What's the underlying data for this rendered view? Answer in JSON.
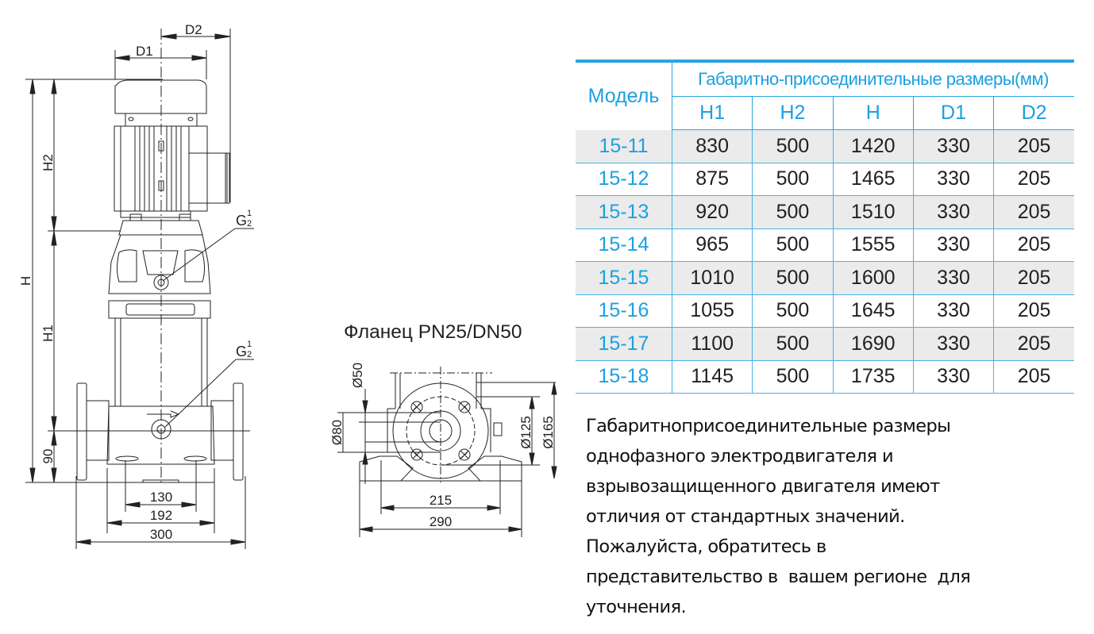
{
  "pump_drawing": {
    "dimension_labels": {
      "d2": "D2",
      "d1": "D1",
      "h2": "H2",
      "h": "H",
      "h1": "H1",
      "h_base": "90",
      "w_130": "130",
      "w_192": "192",
      "w_300": "300"
    },
    "port_labels": [
      {
        "main": "G",
        "num": "1",
        "den": "2"
      },
      {
        "main": "G",
        "num": "1",
        "den": "2"
      }
    ]
  },
  "flange_drawing": {
    "title": "Фланец PN25/DN50",
    "dimension_labels": {
      "d50": "Ø50",
      "d80": "Ø80",
      "d125": "Ø125",
      "d165": "Ø165",
      "w_215": "215",
      "w_290": "290"
    }
  },
  "table": {
    "model_header": "Модель",
    "group_header": "Габаритно-присоединительные размеры(мм)",
    "columns": [
      "H1",
      "H2",
      "H",
      "D1",
      "D2"
    ],
    "rows": [
      {
        "model": "15-11",
        "values": [
          "830",
          "500",
          "1420",
          "330",
          "205"
        ]
      },
      {
        "model": "15-12",
        "values": [
          "875",
          "500",
          "1465",
          "330",
          "205"
        ]
      },
      {
        "model": "15-13",
        "values": [
          "920",
          "500",
          "1510",
          "330",
          "205"
        ]
      },
      {
        "model": "15-14",
        "values": [
          "965",
          "500",
          "1555",
          "330",
          "205"
        ]
      },
      {
        "model": "15-15",
        "values": [
          "1010",
          "500",
          "1600",
          "330",
          "205"
        ]
      },
      {
        "model": "15-16",
        "values": [
          "1055",
          "500",
          "1645",
          "330",
          "205"
        ]
      },
      {
        "model": "15-17",
        "values": [
          "1100",
          "500",
          "1690",
          "330",
          "205"
        ]
      },
      {
        "model": "15-18",
        "values": [
          "1145",
          "500",
          "1735",
          "330",
          "205"
        ]
      }
    ],
    "colors": {
      "accent": "#1ca0e0",
      "stripe": "#ebebeb",
      "text": "#231f20"
    }
  },
  "note": {
    "lines": [
      "Габаритноприсоединительные размеры",
      "однофазного электродвигателя и",
      "взрывозащищенного двигателя имеют",
      "отличия от стандартных значений.",
      "Пожалуйста, обратитесь в",
      "представительство в  вашем регионе  для",
      "уточнения."
    ]
  }
}
